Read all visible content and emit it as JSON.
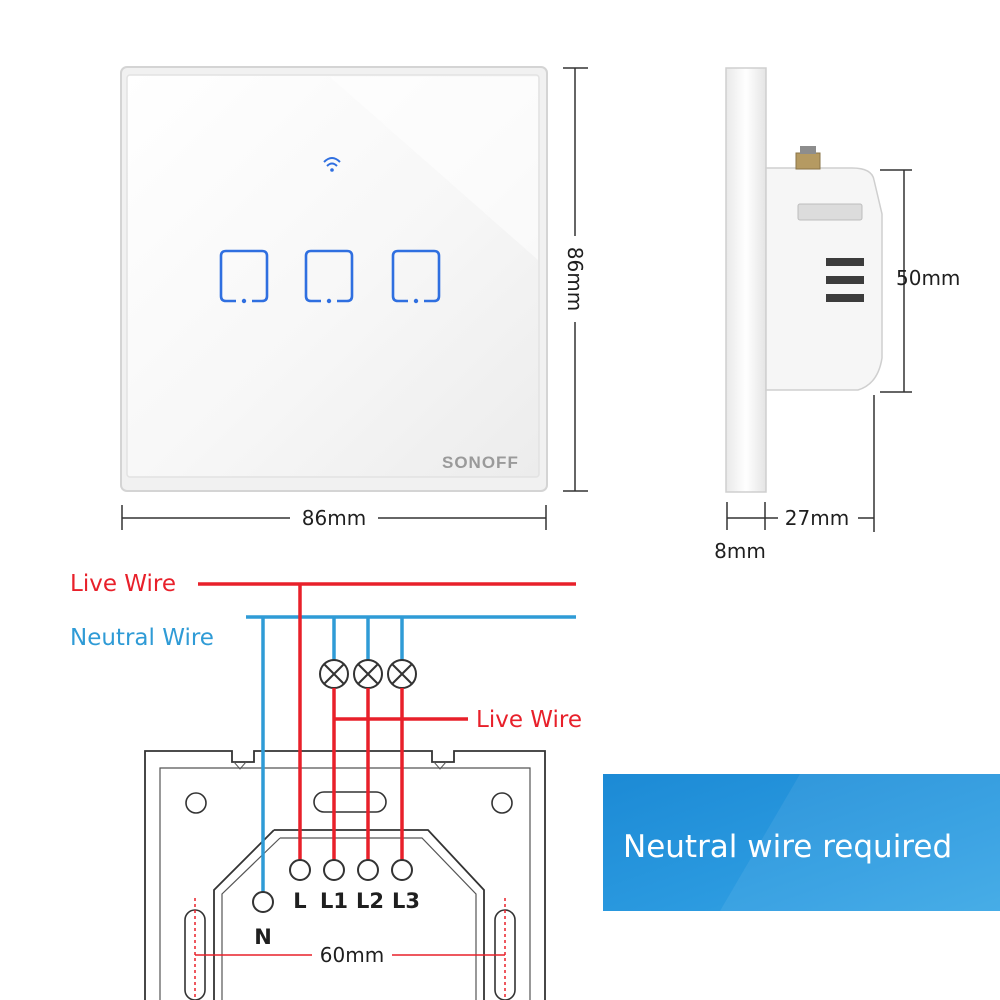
{
  "dimensions": {
    "front_width": "86mm",
    "front_height": "86mm",
    "side_body_height": "50mm",
    "side_depth": "27mm",
    "side_plate": "8mm",
    "box_spacing": "60mm"
  },
  "product": {
    "logo": "SONOFF",
    "gang_count": 3
  },
  "wiring": {
    "live_label": "Live Wire",
    "neutral_label": "Neutral Wire",
    "load_live_label": "Live Wire",
    "terminals": [
      "N",
      "L",
      "L1",
      "L2",
      "L3"
    ]
  },
  "banner": {
    "text": "Neutral wire required"
  },
  "colors": {
    "live": "#e8202a",
    "neutral": "#2f9bd6",
    "touch_button": "#2f6fe0",
    "banner": "#1e8fd8"
  }
}
